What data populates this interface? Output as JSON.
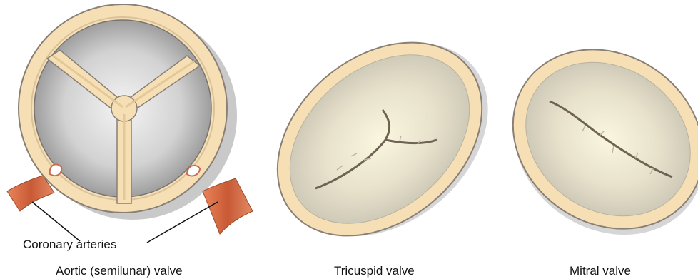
{
  "labels": {
    "aortic": "Aortic (semilunar) valve",
    "tricuspid": "Tricuspid valve",
    "mitral": "Mitral valve",
    "coronary": "Coronary arteries"
  },
  "colors": {
    "ring": "#f6dfb4",
    "ring_edge": "#8a7f75",
    "cusp_light": "#f2f2f2",
    "cusp_dark": "#9a9a9a",
    "artery": "#d9673f",
    "leaflet_light": "#f7f0d6",
    "leaflet_dark": "#d3cdbd",
    "seam": "#6e6353",
    "shadow": "#c8c8c8"
  }
}
